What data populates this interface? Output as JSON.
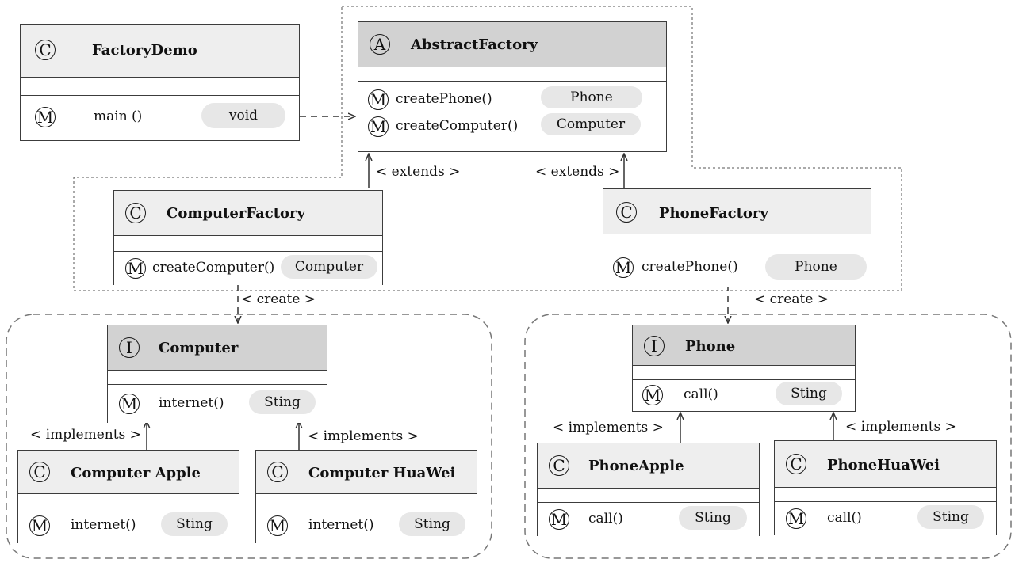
{
  "classes": {
    "factory_demo": {
      "badge": "C",
      "name": "FactoryDemo",
      "methods": [
        {
          "name": "main ()",
          "return": "void"
        }
      ]
    },
    "abstract_factory": {
      "badge": "A",
      "name": "AbstractFactory",
      "methods": [
        {
          "name": "createPhone()",
          "return": "Phone"
        },
        {
          "name": "createComputer()",
          "return": "Computer"
        }
      ]
    },
    "computer_factory": {
      "badge": "C",
      "name": "ComputerFactory",
      "methods": [
        {
          "name": "createComputer()",
          "return": "Computer"
        }
      ]
    },
    "phone_factory": {
      "badge": "C",
      "name": "PhoneFactory",
      "methods": [
        {
          "name": "createPhone()",
          "return": "Phone"
        }
      ]
    },
    "computer": {
      "badge": "I",
      "name": "Computer",
      "methods": [
        {
          "name": "internet()",
          "return": "Sting"
        }
      ]
    },
    "phone": {
      "badge": "I",
      "name": "Phone",
      "methods": [
        {
          "name": "call()",
          "return": "Sting"
        }
      ]
    },
    "computer_apple": {
      "badge": "C",
      "name": "Computer Apple",
      "methods": [
        {
          "name": "internet()",
          "return": "Sting"
        }
      ]
    },
    "computer_huawei": {
      "badge": "C",
      "name": "Computer HuaWei",
      "methods": [
        {
          "name": "internet()",
          "return": "Sting"
        }
      ]
    },
    "phone_apple": {
      "badge": "C",
      "name": "PhoneApple",
      "methods": [
        {
          "name": "call()",
          "return": "Sting"
        }
      ]
    },
    "phone_huawei": {
      "badge": "C",
      "name": "PhoneHuaWei",
      "methods": [
        {
          "name": "call()",
          "return": "Sting"
        }
      ]
    }
  },
  "method_badge": "M",
  "relations": {
    "extends_left": "< extends >",
    "extends_right": "< extends >",
    "create_left": "< create >",
    "create_right": "< create >",
    "implements_ca": "< implements >",
    "implements_ch": "< implements >",
    "implements_pa": "< implements >",
    "implements_ph": "< implements >"
  }
}
